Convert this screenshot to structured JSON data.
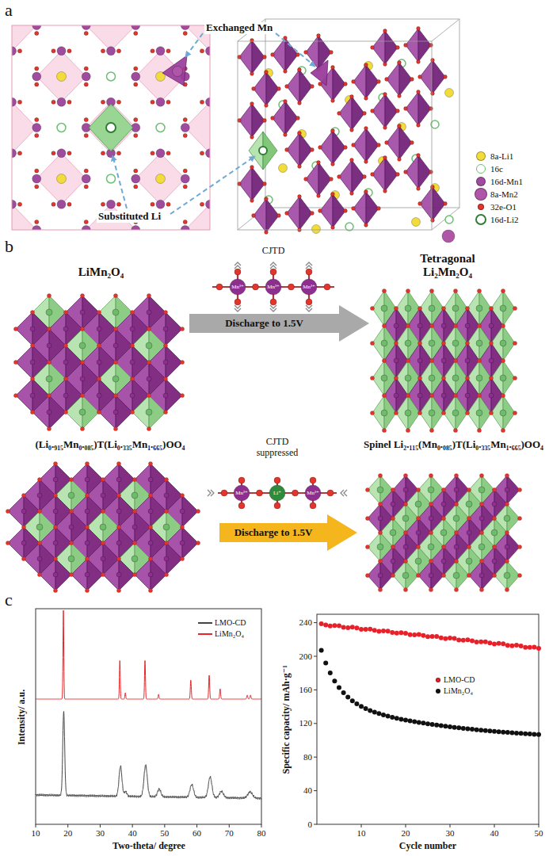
{
  "diagram": {
    "nodes": [
      {
        "text": [
          "LiMn₂O₄"
        ]
      },
      {
        "text": [
          "Tetragonal Li₂Mn₂O₄"
        ]
      },
      {
        "text": [
          "(Li₀.₉₁₅Mn₀.₀₈₅)T(Li₀.₃₃₅Mn₁.₆₆₅)OO₄"
        ]
      },
      {
        "text": [
          "Spinel Li₂.₁₁₅(Mn₀.₀₈₅)T(Li₀.₃₃₅Mn₁.₆₆₅)OO₄"
        ]
      }
    ],
    "edges": [
      {
        "from": 0,
        "to": 1,
        "label": "Discharge to 1.5V",
        "arrow": "to"
      },
      {
        "from": 2,
        "to": 3,
        "label": "Discharge to 1.5V",
        "arrow": "to"
      }
    ],
    "labels": [
      "a",
      "Exchanged Mn",
      "Substituted Li",
      "b",
      "CJTD",
      "Mn³⁺",
      "Mn³⁺",
      "Mn³⁺",
      "CJTD suppressed",
      "Mn³⁺",
      "Li⁺",
      "Mn³⁺",
      "c",
      "Intensity/ a.u.",
      "Two-theta/ degree",
      "10",
      "20",
      "30",
      "40",
      "50",
      "60",
      "70",
      "80",
      "Specific capacity/ mAh·g⁻¹",
      "Cycle number",
      "0",
      "40",
      "80",
      "120",
      "160",
      "200",
      "240",
      "10",
      "20",
      "30",
      "40",
      "50"
    ],
    "legend": [
      {
        "text": "8a-Li1",
        "color": "#f2dc3c"
      },
      {
        "text": "16c"
      },
      {
        "text": "16d-Mn1",
        "color": "#a04c9e"
      },
      {
        "text": "8a-Mn2",
        "color": "#b056a8"
      },
      {
        "text": "32e-O1",
        "color": "#e3352b"
      },
      {
        "text": "16d-Li2"
      },
      {
        "text": "LMO-CD"
      },
      {
        "text": "LiMn₂O₄"
      },
      {
        "text": "LMO-CD",
        "color": "#e8202a"
      },
      {
        "text": "LiMn₂O₄",
        "color": "#111111"
      }
    ]
  }
}
